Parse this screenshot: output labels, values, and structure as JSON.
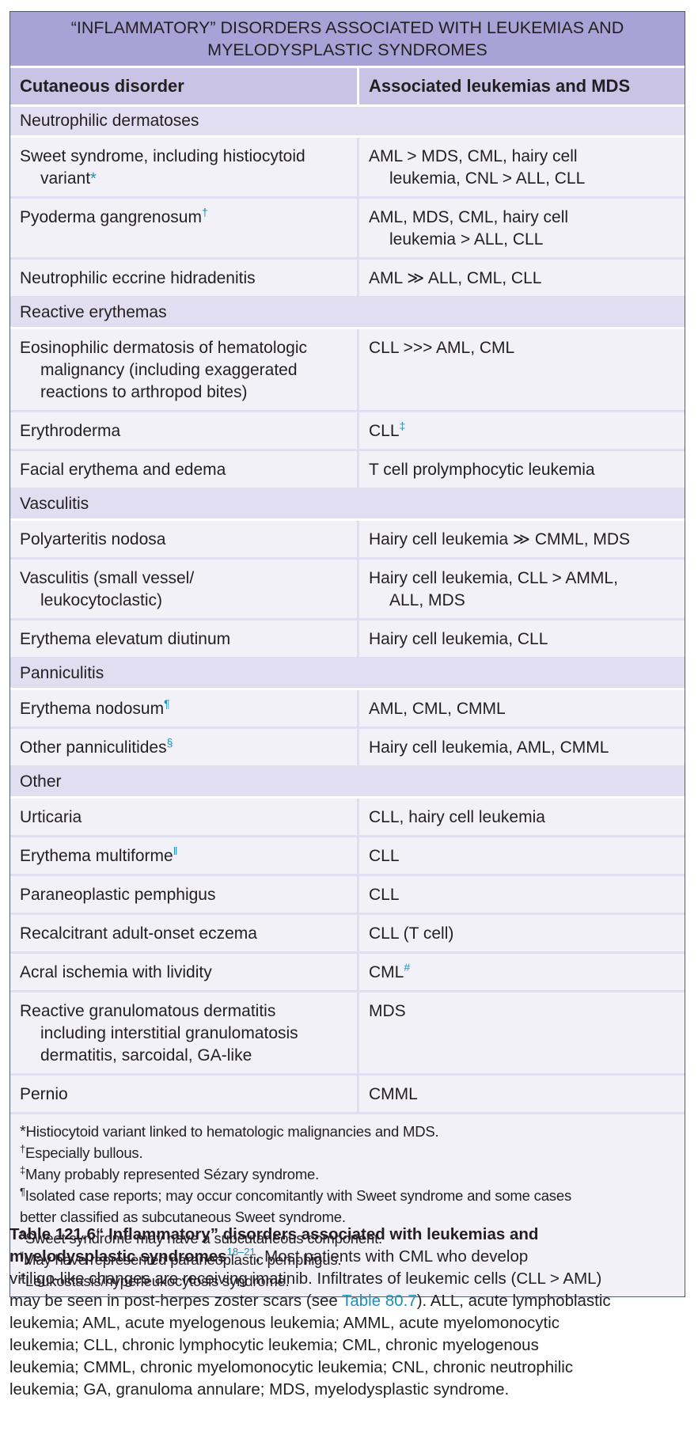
{
  "table": {
    "title_lines": [
      "“INFLAMMATORY” DISORDERS ASSOCIATED WITH LEUKEMIAS AND",
      "MYELODYSPLASTIC SYNDROMES"
    ],
    "col1_header": "Cutaneous disorder",
    "col2_header": "Associated leukemias and MDS",
    "sections": [
      {
        "name": "Neutrophilic dermatoses",
        "rows": [
          {
            "col1": [
              "Sweet syndrome, including histiocytoid",
              "variant"
            ],
            "mark": "*",
            "col2": [
              "AML > MDS, CML, hairy cell",
              "leukemia, CNL > ALL, CLL"
            ],
            "mark2": ""
          },
          {
            "col1": [
              "Pyoderma gangrenosum"
            ],
            "mark": "†",
            "col2": [
              "AML, MDS, CML, hairy cell",
              "leukemia > ALL, CLL"
            ],
            "mark2": ""
          },
          {
            "col1": [
              "Neutrophilic eccrine hidradenitis"
            ],
            "mark": "",
            "col2": [
              "AML ≫ ALL, CML, CLL"
            ],
            "mark2": ""
          }
        ]
      },
      {
        "name": "Reactive erythemas",
        "rows": [
          {
            "col1": [
              "Eosinophilic dermatosis of hematologic",
              "malignancy (including exaggerated",
              "reactions to arthropod bites)"
            ],
            "mark": "",
            "col2": [
              "CLL >>> AML, CML"
            ],
            "mark2": ""
          },
          {
            "col1": [
              "Erythroderma"
            ],
            "mark": "",
            "col2": [
              "CLL"
            ],
            "mark2": "‡"
          },
          {
            "col1": [
              "Facial erythema and edema"
            ],
            "mark": "",
            "col2": [
              "T cell prolymphocytic leukemia"
            ],
            "mark2": ""
          }
        ]
      },
      {
        "name": "Vasculitis",
        "rows": [
          {
            "col1": [
              "Polyarteritis nodosa"
            ],
            "mark": "",
            "col2": [
              "Hairy cell leukemia ≫ CMML, MDS"
            ],
            "mark2": ""
          },
          {
            "col1": [
              "Vasculitis (small vessel/",
              "leukocytoclastic)"
            ],
            "mark": "",
            "col2": [
              "Hairy cell leukemia, CLL > AMML,",
              "ALL, MDS"
            ],
            "mark2": ""
          },
          {
            "col1": [
              "Erythema elevatum diutinum"
            ],
            "mark": "",
            "col2": [
              "Hairy cell leukemia, CLL"
            ],
            "mark2": ""
          }
        ]
      },
      {
        "name": "Panniculitis",
        "rows": [
          {
            "col1": [
              "Erythema nodosum"
            ],
            "mark": "¶",
            "col2": [
              "AML, CML, CMML"
            ],
            "mark2": ""
          },
          {
            "col1": [
              "Other panniculitides"
            ],
            "mark": "§",
            "col2": [
              "Hairy cell leukemia, AML, CMML"
            ],
            "mark2": ""
          }
        ]
      },
      {
        "name": "Other",
        "rows": [
          {
            "col1": [
              "Urticaria"
            ],
            "mark": "",
            "col2": [
              "CLL, hairy cell leukemia"
            ],
            "mark2": ""
          },
          {
            "col1": [
              "Erythema multiforme"
            ],
            "mark": "‖",
            "col2": [
              "CLL"
            ],
            "mark2": ""
          },
          {
            "col1": [
              "Paraneoplastic pemphigus"
            ],
            "mark": "",
            "col2": [
              "CLL"
            ],
            "mark2": ""
          },
          {
            "col1": [
              "Recalcitrant adult-onset eczema"
            ],
            "mark": "",
            "col2": [
              "CLL (T cell)"
            ],
            "mark2": ""
          },
          {
            "col1": [
              "Acral ischemia with lividity"
            ],
            "mark": "",
            "col2": [
              "CML"
            ],
            "mark2": "#"
          },
          {
            "col1": [
              "Reactive granulomatous dermatitis",
              "including interstitial granulomatosis",
              "dermatitis, sarcoidal, GA-like"
            ],
            "mark": "",
            "col2": [
              "MDS"
            ],
            "mark2": ""
          },
          {
            "col1": [
              "Pernio"
            ],
            "mark": "",
            "col2": [
              "CMML"
            ],
            "mark2": ""
          }
        ]
      }
    ],
    "footnotes": [
      {
        "symbol": "*",
        "lines": [
          "Histiocytoid variant linked to hematologic malignancies and MDS."
        ]
      },
      {
        "symbol": "†",
        "lines": [
          "Especially bullous."
        ]
      },
      {
        "symbol": "‡",
        "lines": [
          "Many probably represented Sézary syndrome."
        ]
      },
      {
        "symbol": "¶",
        "lines": [
          "Isolated case reports; may occur concomitantly with Sweet syndrome and some cases",
          "better classified as subcutaneous Sweet syndrome."
        ]
      },
      {
        "symbol": "§",
        "lines": [
          "Sweet syndrome may have a subcutaneous component."
        ]
      },
      {
        "symbol": "‖",
        "lines": [
          "May have represented paraneoplastic pemphigus."
        ]
      },
      {
        "symbol": "#",
        "lines": [
          "Leukostasis/hyperleukocytosis syndrome."
        ]
      }
    ]
  },
  "caption": {
    "label": "Table 121.6",
    "title_line1": "“ Inflammatory” disorders associated with leukemias and",
    "title_line2": "myelodysplastic syndromes",
    "refs": "18–21",
    "title_end": ".",
    "text1": " Most patients with CML who develop",
    "line3": "vitiligo-like changes are receiving imatinib. Infiltrates of leukemic cells (CLL > AML)",
    "line4_pre": "may be seen in post-herpes zoster scars (see ",
    "line4_link": "Table 80.7",
    "line4_post": "). ALL, acute lymphoblastic",
    "line5": "leukemia; AML, acute myelogenous leukemia; AMML, acute myelomonocytic",
    "line6": "leukemia; CLL, chronic lymphocytic leukemia; CML, chronic myelogenous",
    "line7": "leukemia; CMML, chronic myelomonocytic leukemia; CNL, chronic neutrophilic",
    "line8": "leukemia; GA, granuloma annulare; MDS, myelodysplastic syndrome."
  },
  "colors": {
    "title_bg": "#a9a2d6",
    "header_bg": "#c9c4e6",
    "section_bg": "#e1def1",
    "row_bg": "#f2f1f8",
    "mark_color": "#1b8fb8"
  }
}
